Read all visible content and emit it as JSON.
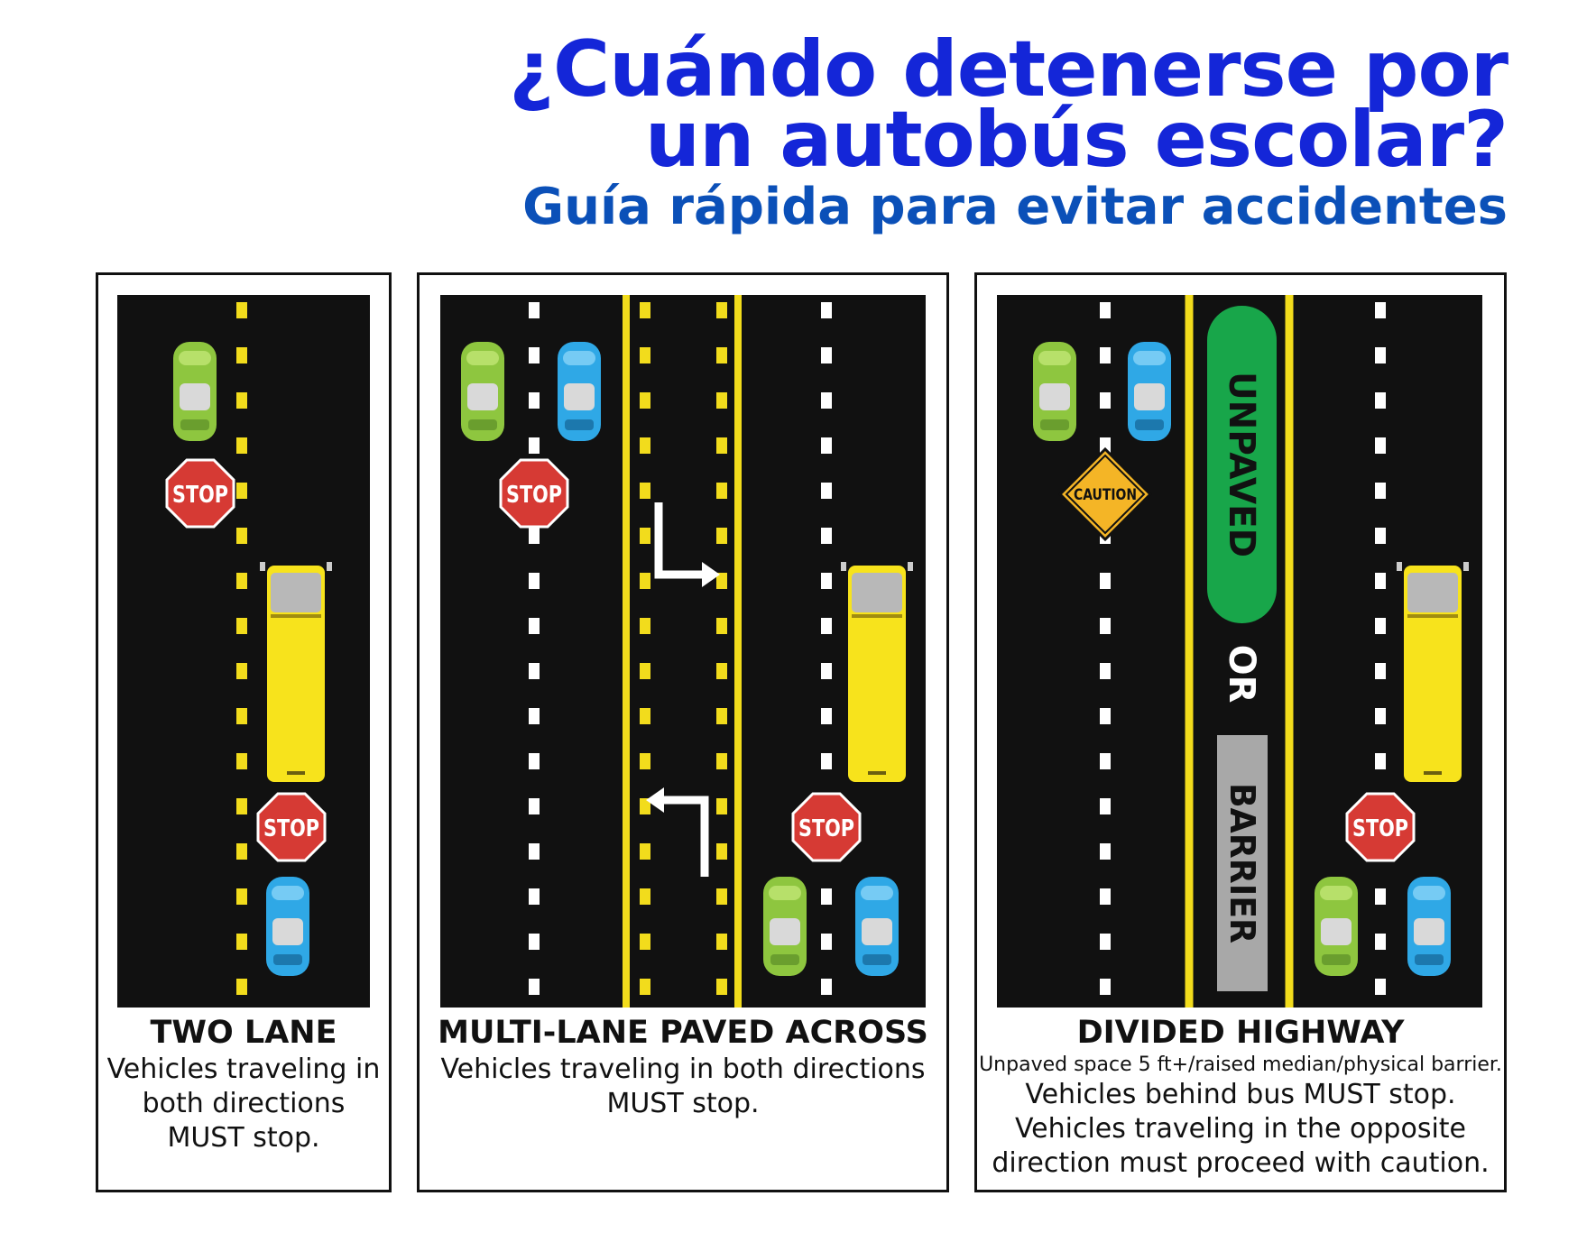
{
  "header": {
    "title_line1": "¿Cuándo detenerse por",
    "title_line2": "un autobús escolar?",
    "subtitle": "Guía rápida para evitar accidentes"
  },
  "signs": {
    "stop": "STOP",
    "caution": "CAUTION"
  },
  "panels": {
    "two_lane": {
      "title": "TWO LANE",
      "lines": [
        "Vehicles traveling in",
        "both directions",
        "MUST stop."
      ]
    },
    "multi_lane": {
      "title": "MULTI-LANE PAVED ACROSS",
      "lines": [
        "Vehicles traveling in both directions",
        "MUST stop."
      ]
    },
    "divided": {
      "title": "DIVIDED HIGHWAY",
      "note": "Unpaved space 5 ft+/raised median/physical barrier.",
      "lines": [
        "Vehicles behind bus MUST stop.",
        "Vehicles traveling in the opposite",
        "direction must proceed with caution."
      ],
      "median_unpaved": "UNPAVED",
      "median_or": "OR",
      "median_barrier": "BARRIER"
    }
  },
  "colors": {
    "title": "#1426d8",
    "subtitle": "#0b50b8",
    "road": "#111111",
    "lane_yellow": "#f2dc1c",
    "lane_white": "#ffffff",
    "stop_red": "#d63a34",
    "car_green": "#8ec63f",
    "car_blue": "#2fa8e6",
    "bus_yellow": "#f7e31c",
    "median_green": "#18a64a",
    "barrier_gray": "#a8a8a8",
    "caution_orange": "#f4b526"
  }
}
